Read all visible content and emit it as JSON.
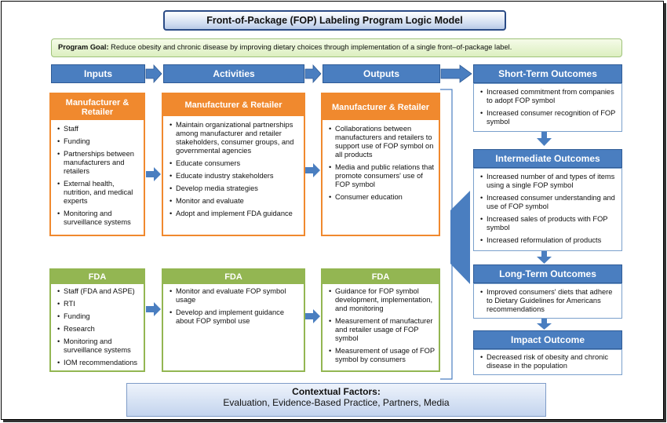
{
  "title": "Front-of-Package (FOP) Labeling Program Logic Model",
  "goal": {
    "label": "Program Goal:",
    "text": "Reduce obesity and chronic disease by improving dietary choices through implementation of a single front–of-package label."
  },
  "columns": {
    "inputs": "Inputs",
    "activities": "Activities",
    "outputs": "Outputs"
  },
  "manufacturer": {
    "inputs_header": "Manufacturer & Retailer",
    "inputs": [
      "Staff",
      "Funding",
      "Partnerships between manufacturers and retailers",
      "External health, nutrition, and medical experts",
      "Monitoring and surveillance systems"
    ],
    "activities_header": "Manufacturer & Retailer",
    "activities": [
      "Maintain organizational partnerships among manufacturer and retailer stakeholders, consumer groups, and governmental agencies",
      "Educate consumers",
      "Educate industry stakeholders",
      "Develop media strategies",
      "Monitor and evaluate",
      "Adopt and implement FDA guidance"
    ],
    "outputs_header": "Manufacturer & Retailer",
    "outputs": [
      "Collaborations between manufacturers and retailers to support use of FOP symbol on all products",
      "Media and public relations that promote consumers' use of FOP symbol",
      "Consumer education"
    ]
  },
  "fda": {
    "inputs_header": "FDA",
    "inputs": [
      "Staff (FDA and ASPE)",
      "RTI",
      "Funding",
      "Research",
      "Monitoring and surveillance systems",
      "IOM recommendations"
    ],
    "activities_header": "FDA",
    "activities": [
      "Monitor and evaluate FOP symbol usage",
      "Develop and implement guidance about FOP symbol use"
    ],
    "outputs_header": "FDA",
    "outputs": [
      "Guidance for FOP symbol development, implementation, and monitoring",
      "Measurement of manufacturer and retailer usage of FOP symbol",
      "Measurement of usage of FOP symbol by consumers"
    ]
  },
  "outcomes": {
    "short": {
      "header": "Short-Term Outcomes",
      "items": [
        "Increased commitment from companies to adopt FOP symbol",
        "Increased consumer recognition of FOP symbol"
      ]
    },
    "intermediate": {
      "header": "Intermediate Outcomes",
      "items": [
        "Increased number of and types of items using a single FOP symbol",
        "Increased consumer understanding and use of FOP symbol",
        "Increased sales of products with FOP symbol",
        "Increased reformulation of products"
      ]
    },
    "long": {
      "header": "Long-Term Outcomes",
      "items": [
        "Improved consumers' diets that adhere to Dietary Guidelines for Americans recommendations"
      ]
    },
    "impact": {
      "header": "Impact Outcome",
      "items": [
        "Decreased risk of obesity and chronic disease in the population"
      ]
    }
  },
  "context": {
    "header": "Contextual Factors:",
    "text": "Evaluation, Evidence-Based Practice, Partners, Media"
  },
  "colors": {
    "blue": "#4a7ec0",
    "orange": "#f0892e",
    "green": "#93b652"
  }
}
